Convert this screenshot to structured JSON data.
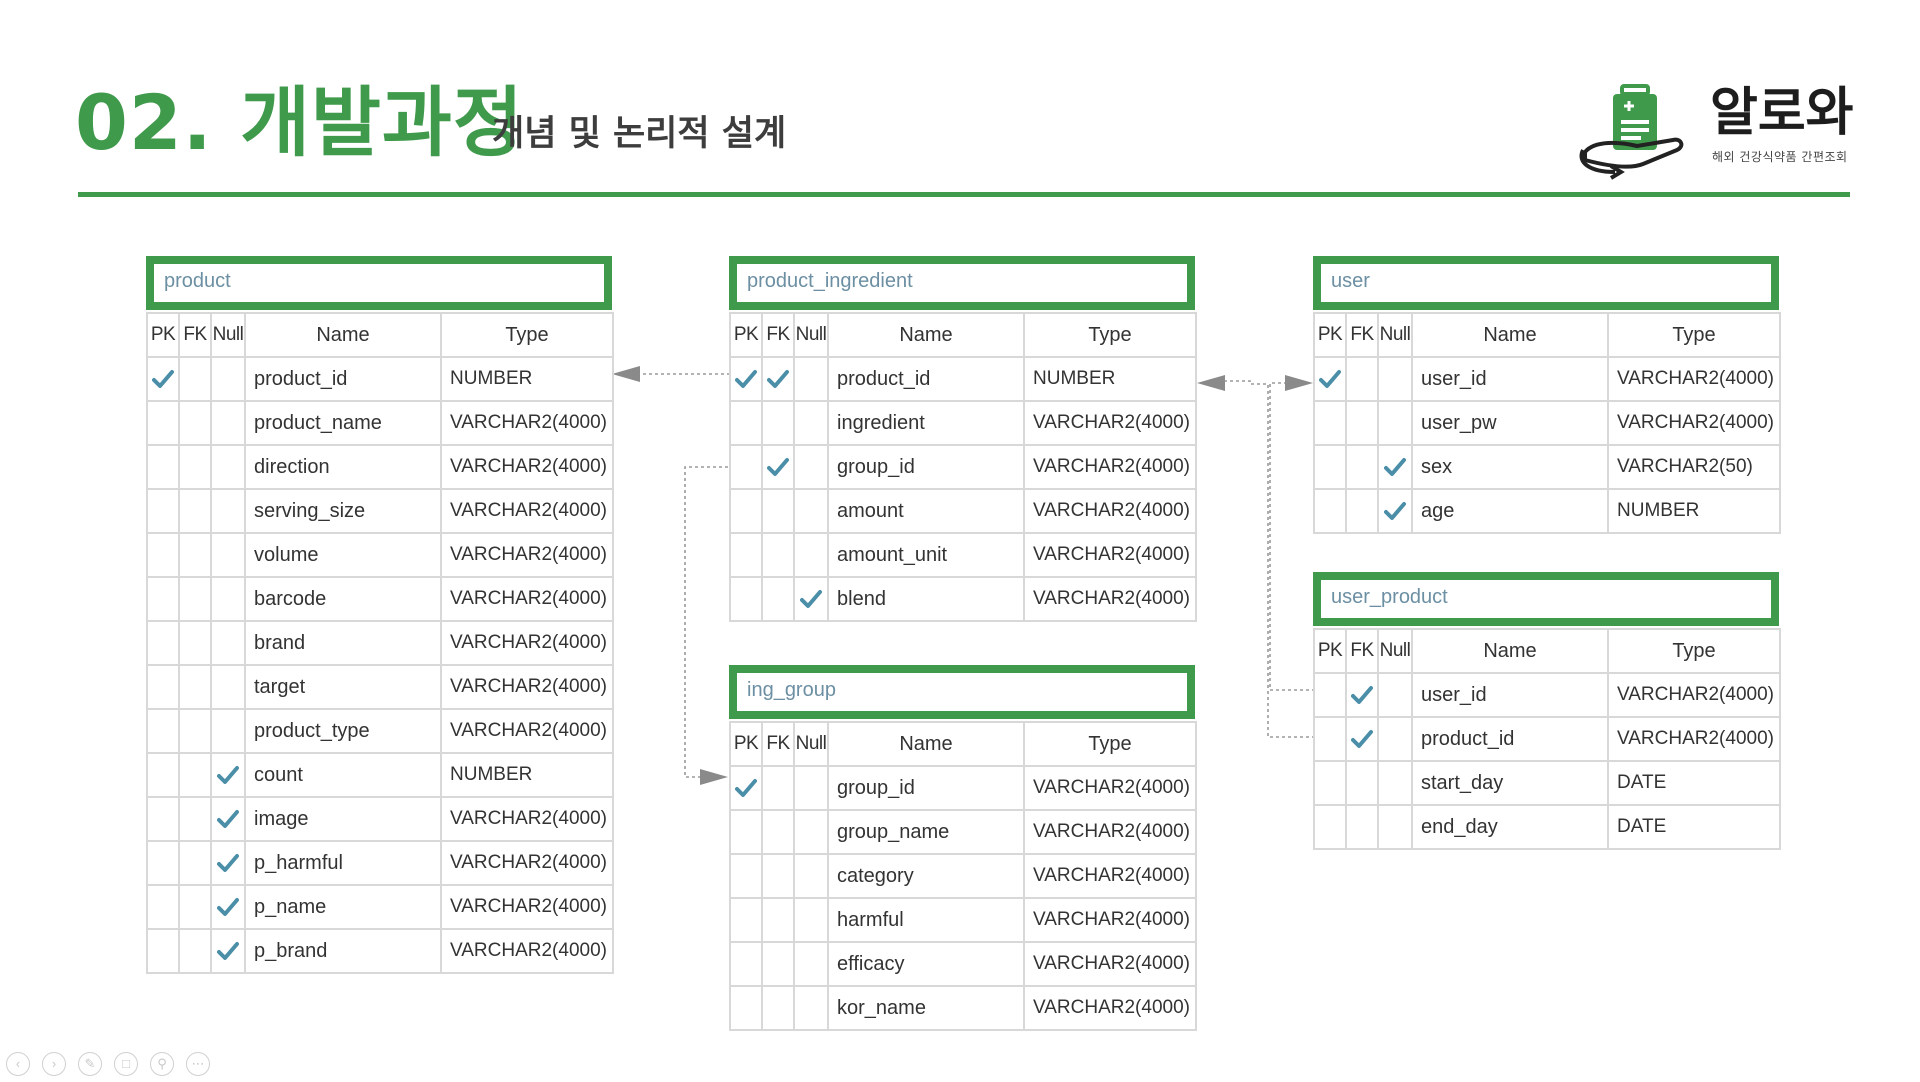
{
  "header": {
    "title": "02. 개발과정",
    "subtitle": "개념 및 논리적 설계",
    "logo_word": "알로와",
    "logo_tagline": "해외 건강식약품 간편조회",
    "accent_color": "#3f9a4c"
  },
  "column_headers": {
    "pk": "PK",
    "fk": "FK",
    "null": "Null",
    "name": "Name",
    "type": "Type"
  },
  "check_icon": "check-icon",
  "entities": {
    "product": {
      "title": "product",
      "columns": [
        {
          "pk": true,
          "fk": false,
          "null": false,
          "name": "product_id",
          "type": "NUMBER"
        },
        {
          "pk": false,
          "fk": false,
          "null": false,
          "name": "product_name",
          "type": "VARCHAR2(4000)"
        },
        {
          "pk": false,
          "fk": false,
          "null": false,
          "name": "direction",
          "type": "VARCHAR2(4000)"
        },
        {
          "pk": false,
          "fk": false,
          "null": false,
          "name": "serving_size",
          "type": "VARCHAR2(4000)"
        },
        {
          "pk": false,
          "fk": false,
          "null": false,
          "name": "volume",
          "type": "VARCHAR2(4000)"
        },
        {
          "pk": false,
          "fk": false,
          "null": false,
          "name": "barcode",
          "type": "VARCHAR2(4000)"
        },
        {
          "pk": false,
          "fk": false,
          "null": false,
          "name": "brand",
          "type": "VARCHAR2(4000)"
        },
        {
          "pk": false,
          "fk": false,
          "null": false,
          "name": "target",
          "type": "VARCHAR2(4000)"
        },
        {
          "pk": false,
          "fk": false,
          "null": false,
          "name": "product_type",
          "type": "VARCHAR2(4000)"
        },
        {
          "pk": false,
          "fk": false,
          "null": true,
          "name": "count",
          "type": "NUMBER"
        },
        {
          "pk": false,
          "fk": false,
          "null": true,
          "name": "image",
          "type": "VARCHAR2(4000)"
        },
        {
          "pk": false,
          "fk": false,
          "null": true,
          "name": "p_harmful",
          "type": "VARCHAR2(4000)"
        },
        {
          "pk": false,
          "fk": false,
          "null": true,
          "name": "p_name",
          "type": "VARCHAR2(4000)"
        },
        {
          "pk": false,
          "fk": false,
          "null": true,
          "name": "p_brand",
          "type": "VARCHAR2(4000)"
        }
      ]
    },
    "product_ingredient": {
      "title": "product_ingredient",
      "columns": [
        {
          "pk": true,
          "fk": true,
          "null": false,
          "name": "product_id",
          "type": "NUMBER"
        },
        {
          "pk": false,
          "fk": false,
          "null": false,
          "name": "ingredient",
          "type": "VARCHAR2(4000)"
        },
        {
          "pk": false,
          "fk": true,
          "null": false,
          "name": "group_id",
          "type": "VARCHAR2(4000)"
        },
        {
          "pk": false,
          "fk": false,
          "null": false,
          "name": "amount",
          "type": "VARCHAR2(4000)"
        },
        {
          "pk": false,
          "fk": false,
          "null": false,
          "name": "amount_unit",
          "type": "VARCHAR2(4000)"
        },
        {
          "pk": false,
          "fk": false,
          "null": true,
          "name": "blend",
          "type": "VARCHAR2(4000)"
        }
      ]
    },
    "ing_group": {
      "title": "ing_group",
      "columns": [
        {
          "pk": true,
          "fk": false,
          "null": false,
          "name": "group_id",
          "type": "VARCHAR2(4000)"
        },
        {
          "pk": false,
          "fk": false,
          "null": false,
          "name": "group_name",
          "type": "VARCHAR2(4000)"
        },
        {
          "pk": false,
          "fk": false,
          "null": false,
          "name": "category",
          "type": "VARCHAR2(4000)"
        },
        {
          "pk": false,
          "fk": false,
          "null": false,
          "name": "harmful",
          "type": "VARCHAR2(4000)"
        },
        {
          "pk": false,
          "fk": false,
          "null": false,
          "name": "efficacy",
          "type": "VARCHAR2(4000)"
        },
        {
          "pk": false,
          "fk": false,
          "null": false,
          "name": "kor_name",
          "type": "VARCHAR2(4000)"
        }
      ]
    },
    "user": {
      "title": "user",
      "columns": [
        {
          "pk": true,
          "fk": false,
          "null": false,
          "name": "user_id",
          "type": "VARCHAR2(4000)"
        },
        {
          "pk": false,
          "fk": false,
          "null": false,
          "name": "user_pw",
          "type": "VARCHAR2(4000)"
        },
        {
          "pk": false,
          "fk": false,
          "null": true,
          "name": "sex",
          "type": "VARCHAR2(50)"
        },
        {
          "pk": false,
          "fk": false,
          "null": true,
          "name": "age",
          "type": "NUMBER"
        }
      ]
    },
    "user_product": {
      "title": "user_product",
      "columns": [
        {
          "pk": false,
          "fk": true,
          "null": false,
          "name": "user_id",
          "type": "VARCHAR2(4000)"
        },
        {
          "pk": false,
          "fk": true,
          "null": false,
          "name": "product_id",
          "type": "VARCHAR2(4000)"
        },
        {
          "pk": false,
          "fk": false,
          "null": false,
          "name": "start_day",
          "type": "DATE"
        },
        {
          "pk": false,
          "fk": false,
          "null": false,
          "name": "end_day",
          "type": "DATE"
        }
      ]
    }
  },
  "relationships": [
    {
      "from": "product_ingredient.product_id",
      "to": "product.product_id"
    },
    {
      "from": "product_ingredient.group_id",
      "to": "ing_group.group_id"
    },
    {
      "from": "user_product.product_id",
      "to": "product_ingredient.product_id"
    },
    {
      "from": "user_product.user_id",
      "to": "user.user_id"
    }
  ],
  "nav_icons": [
    "prev-icon",
    "next-icon",
    "pen-icon",
    "slides-icon",
    "zoom-icon",
    "more-icon"
  ]
}
